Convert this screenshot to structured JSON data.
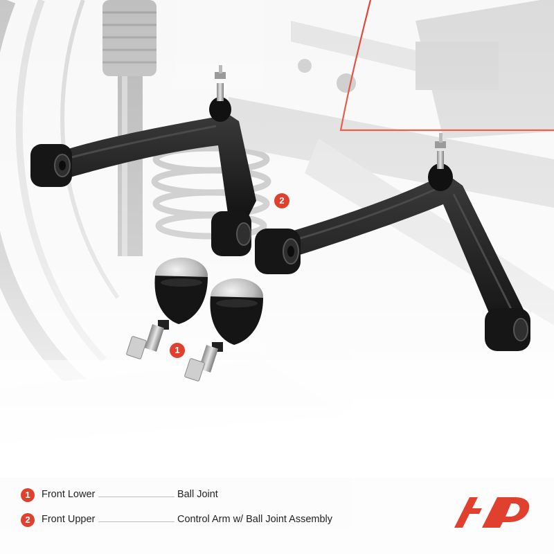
{
  "colors": {
    "accent": "#e0412f",
    "background": "#ffffff",
    "part_black": "#1c1c1c",
    "text": "#222222"
  },
  "callouts": [
    {
      "number": "2"
    },
    {
      "number": "1"
    }
  ],
  "legend": [
    {
      "number": "1",
      "name": "Front Lower",
      "description": "Ball Joint"
    },
    {
      "number": "2",
      "name": "Front Upper",
      "description": "Control Arm w/ Ball Joint Assembly"
    }
  ],
  "logo": {
    "icon": "ap-logo-icon"
  }
}
